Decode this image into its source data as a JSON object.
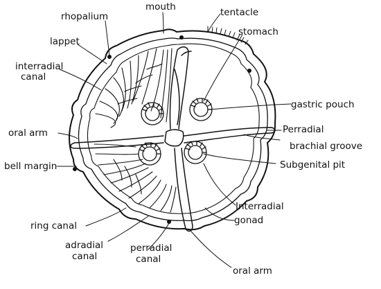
{
  "diagram": {
    "labels": {
      "mouth": "mouth",
      "tentacle": "tentacle",
      "rhopalium": "rhopalium",
      "stomach": "stomach",
      "lappet": "lappet",
      "interradial_canal_1": "interradial",
      "interradial_canal_2": "canal",
      "gastric_pouch": "gastric pouch",
      "oral_arm_left": "oral arm",
      "perradial_right": "Perradial",
      "brachial_groove": "brachial groove",
      "bell_margin": "bell margin",
      "subgenital_pit": "Subgenital pit",
      "interradial_right": "Interradial",
      "gonad": "gonad",
      "ring_canal": "ring canal",
      "adradial_canal_1": "adradial",
      "adradial_canal_2": "canal",
      "perradial_canal_1": "perradial",
      "perradial_canal_2": "canal",
      "oral_arm_bottom": "oral arm"
    }
  }
}
